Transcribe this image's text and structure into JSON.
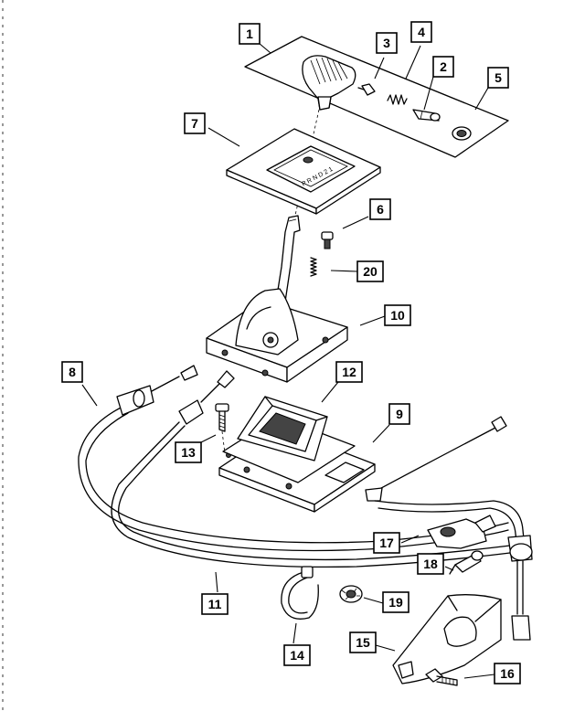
{
  "callouts": [
    {
      "num": "1"
    },
    {
      "num": "2"
    },
    {
      "num": "3"
    },
    {
      "num": "4"
    },
    {
      "num": "5"
    },
    {
      "num": "6"
    },
    {
      "num": "7"
    },
    {
      "num": "8"
    },
    {
      "num": "9"
    },
    {
      "num": "10"
    },
    {
      "num": "11"
    },
    {
      "num": "12"
    },
    {
      "num": "13"
    },
    {
      "num": "14"
    },
    {
      "num": "15"
    },
    {
      "num": "16"
    },
    {
      "num": "17"
    },
    {
      "num": "18"
    },
    {
      "num": "19"
    },
    {
      "num": "20"
    }
  ],
  "bezel_legend": "P R N D 2 1"
}
